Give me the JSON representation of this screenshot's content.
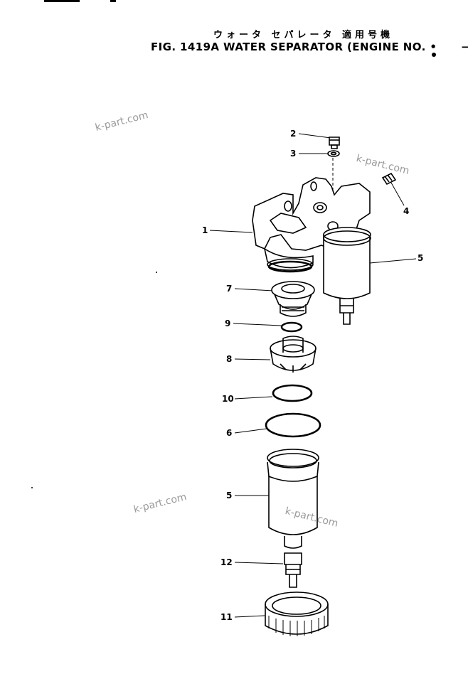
{
  "header": {
    "jp_title": "ウォータ セパレータ 適用号機",
    "fig_number": "FIG. 1419A",
    "fig_title": "WATER SEPARATOR (ENGINE NO.",
    "fig_title_end": "•      − )"
  },
  "watermarks": [
    "k-part.com",
    "k-part.com",
    "k-part.com",
    "k-part.com"
  ],
  "callouts": {
    "c1": "1",
    "c2": "2",
    "c3": "3",
    "c4": "4",
    "c5a": "5",
    "c5b": "5",
    "c6": "6",
    "c7": "7",
    "c8": "8",
    "c9": "9",
    "c10": "10",
    "c11": "11",
    "c12": "12"
  },
  "parts_depicted": [
    {
      "callout": "1",
      "icon": "separator-head-bracket"
    },
    {
      "callout": "2",
      "icon": "bolt-plug"
    },
    {
      "callout": "3",
      "icon": "washer"
    },
    {
      "callout": "4",
      "icon": "plug"
    },
    {
      "callout": "5",
      "icon": "filter-bowl"
    },
    {
      "callout": "6",
      "icon": "o-ring"
    },
    {
      "callout": "7",
      "icon": "element-adapter"
    },
    {
      "callout": "8",
      "icon": "deflector-cup"
    },
    {
      "callout": "9",
      "icon": "small-o-ring"
    },
    {
      "callout": "10",
      "icon": "o-ring"
    },
    {
      "callout": "11",
      "icon": "retaining-ring-nut"
    },
    {
      "callout": "12",
      "icon": "drain-valve"
    }
  ]
}
